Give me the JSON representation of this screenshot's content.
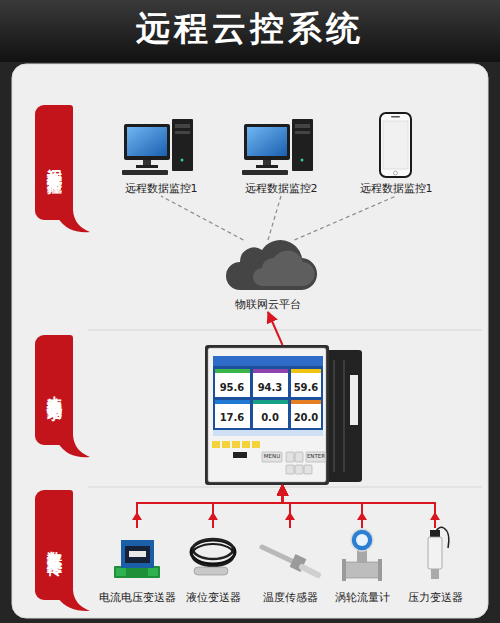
{
  "diagram": {
    "title": "远程云控系统",
    "nodes": [
      {
        "text": [
          "远程数据监控"
        ]
      },
      {
        "text": [
          "远程数据监控1"
        ]
      },
      {
        "text": [
          "远程数据监控2"
        ]
      },
      {
        "text": [
          "远程数据监控1"
        ]
      },
      {
        "text": [
          "物联网云平台"
        ]
      },
      {
        "text": [
          "本地数据记录"
        ]
      },
      {
        "text": [
          "95.6",
          "94.3",
          "59.6",
          "17.6",
          "0.0",
          "20.0",
          "MENU",
          "ENTER"
        ]
      },
      {
        "text": [
          "数据采集上传"
        ]
      },
      {
        "text": [
          "电流电压变送器"
        ]
      },
      {
        "text": [
          "液位变送器"
        ]
      },
      {
        "text": [
          "温度传感器"
        ]
      },
      {
        "text": [
          "涡轮流量计"
        ]
      },
      {
        "text": [
          "压力变送器"
        ]
      }
    ],
    "edges": [
      {
        "from": 4,
        "to": 1,
        "arrow": "none"
      },
      {
        "from": 4,
        "to": 2,
        "arrow": "none"
      },
      {
        "from": 4,
        "to": 3,
        "arrow": "none"
      },
      {
        "from": 6,
        "to": 4,
        "arrow": "to"
      },
      {
        "from": 8,
        "to": 6,
        "arrow": "to"
      },
      {
        "from": 9,
        "to": 6,
        "arrow": "to"
      },
      {
        "from": 10,
        "to": 6,
        "arrow": "to"
      },
      {
        "from": 11,
        "to": 6,
        "arrow": "to"
      },
      {
        "from": 12,
        "to": 6,
        "arrow": "to"
      }
    ]
  }
}
